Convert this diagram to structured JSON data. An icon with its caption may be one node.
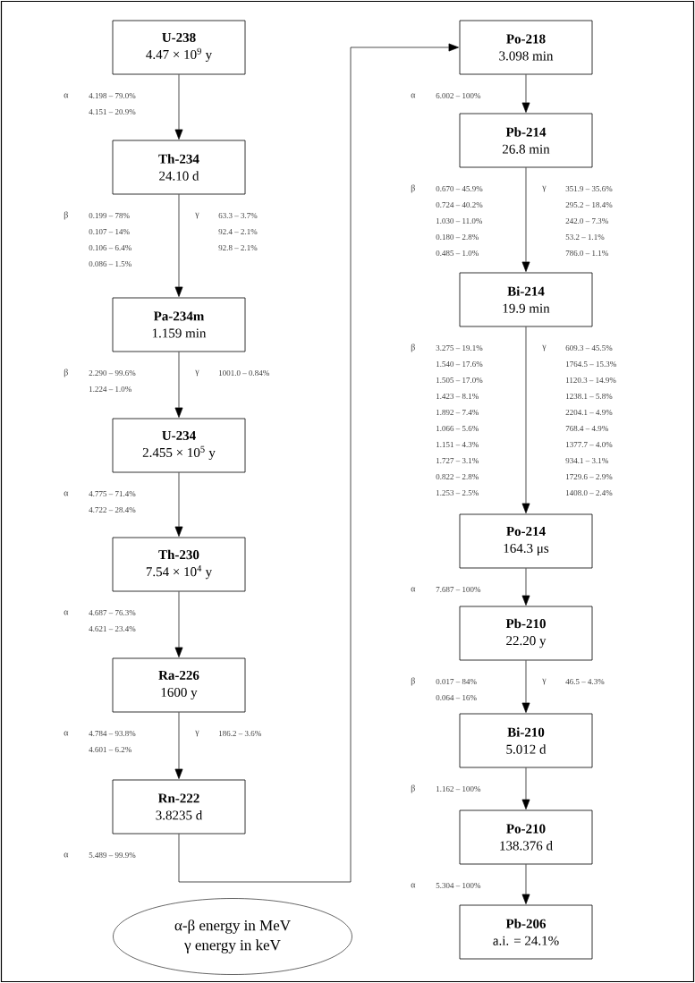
{
  "diagram": {
    "nodes": [
      {
        "text": [
          "U-238",
          "4.47 × 10$^{9}$ y"
        ]
      },
      {
        "text": [
          "Th-234",
          "24.10 d"
        ]
      },
      {
        "text": [
          "Pa-234m",
          "1.159 min"
        ]
      },
      {
        "text": [
          "U-234",
          "2.455 × 10$^{5}$ y"
        ]
      },
      {
        "text": [
          "Th-230",
          "7.54 × 10$^{4}$ y"
        ]
      },
      {
        "text": [
          "Ra-226",
          "1600 y"
        ]
      },
      {
        "text": [
          "Rn-222",
          "3.8235 d"
        ]
      },
      {
        "text": [
          "Po-218",
          "3.098 min"
        ]
      },
      {
        "text": [
          "Pb-214",
          "26.8 min"
        ]
      },
      {
        "text": [
          "Bi-214",
          "19.9 min"
        ]
      },
      {
        "text": [
          "Po-214",
          "164.3 μs"
        ]
      },
      {
        "text": [
          "Pb-210",
          "22.20 y"
        ]
      },
      {
        "text": [
          "Bi-210",
          "5.012 d"
        ]
      },
      {
        "text": [
          "Po-210",
          "138.376 d"
        ]
      },
      {
        "text": [
          "Pb-206",
          "a.i. = 24.1%"
        ]
      },
      {
        "text": [
          "α-β energy in MeV",
          "γ energy in keV"
        ]
      }
    ],
    "edges": [
      {
        "from": 0,
        "to": 1,
        "arrow": "to"
      },
      {
        "from": 1,
        "to": 2,
        "arrow": "to"
      },
      {
        "from": 2,
        "to": 3,
        "arrow": "to"
      },
      {
        "from": 3,
        "to": 4,
        "arrow": "to"
      },
      {
        "from": 4,
        "to": 5,
        "arrow": "to"
      },
      {
        "from": 5,
        "to": 6,
        "arrow": "to"
      },
      {
        "from": 6,
        "to": 7,
        "arrow": "to"
      },
      {
        "from": 7,
        "to": 8,
        "arrow": "to"
      },
      {
        "from": 8,
        "to": 9,
        "arrow": "to"
      },
      {
        "from": 9,
        "to": 10,
        "arrow": "to"
      },
      {
        "from": 10,
        "to": 11,
        "arrow": "to"
      },
      {
        "from": 11,
        "to": 12,
        "arrow": "to"
      },
      {
        "from": 12,
        "to": 13,
        "arrow": "to"
      },
      {
        "from": 13,
        "to": 14,
        "arrow": "to"
      }
    ],
    "labels": [
      "α",
      "4.198 – 79.0%",
      "4.151 – 20.9%",
      "β",
      "0.199 – 78%",
      "0.107 – 14%",
      "0.106 – 6.4%",
      "0.086 – 1.5%",
      "γ",
      "63.3 – 3.7%",
      "92.4 – 2.1%",
      "92.8 – 2.1%",
      "β",
      "2.290 – 99.6%",
      "1.224 – 1.0%",
      "γ",
      "1001.0 – 0.84%",
      "α",
      "4.775 – 71.4%",
      "4.722 – 28.4%",
      "α",
      "4.687 – 76.3%",
      "4.621 – 23.4%",
      "α",
      "4.784 – 93.8%",
      "4.601 – 6.2%",
      "γ",
      "186.2 – 3.6%",
      "α",
      "5.489 – 99.9%",
      "α",
      "6.002 – 100%",
      "β",
      "0.670 – 45.9%",
      "0.724 – 40.2%",
      "1.030 – 11.0%",
      "0.180 – 2.8%",
      "0.485 – 1.0%",
      "γ",
      "351.9 – 35.6%",
      "295.2 – 18.4%",
      "242.0 – 7.3%",
      "53.2 – 1.1%",
      "786.0 – 1.1%",
      "β",
      "3.275 – 19.1%",
      "1.540 – 17.6%",
      "1.505 – 17.0%",
      "1.423 – 8.1%",
      "1.892 – 7.4%",
      "1.066 – 5.6%",
      "1.151 – 4.3%",
      "1.727 – 3.1%",
      "0.822 – 2.8%",
      "1.253 – 2.5%",
      "γ",
      "609.3 – 45.5%",
      "1764.5 – 15.3%",
      "1120.3 – 14.9%",
      "1238.1 – 5.8%",
      "2204.1 – 4.9%",
      "768.4 – 4.9%",
      "1377.7 – 4.0%",
      "934.1 – 3.1%",
      "1729.6 – 2.9%",
      "1408.0 – 2.4%",
      "α",
      "7.687 – 100%",
      "β",
      "0.017 – 84%",
      "0.064 – 16%",
      "γ",
      "46.5 – 4.3%",
      "β",
      "1.162 – 100%",
      "α",
      "5.304 – 100%"
    ]
  }
}
